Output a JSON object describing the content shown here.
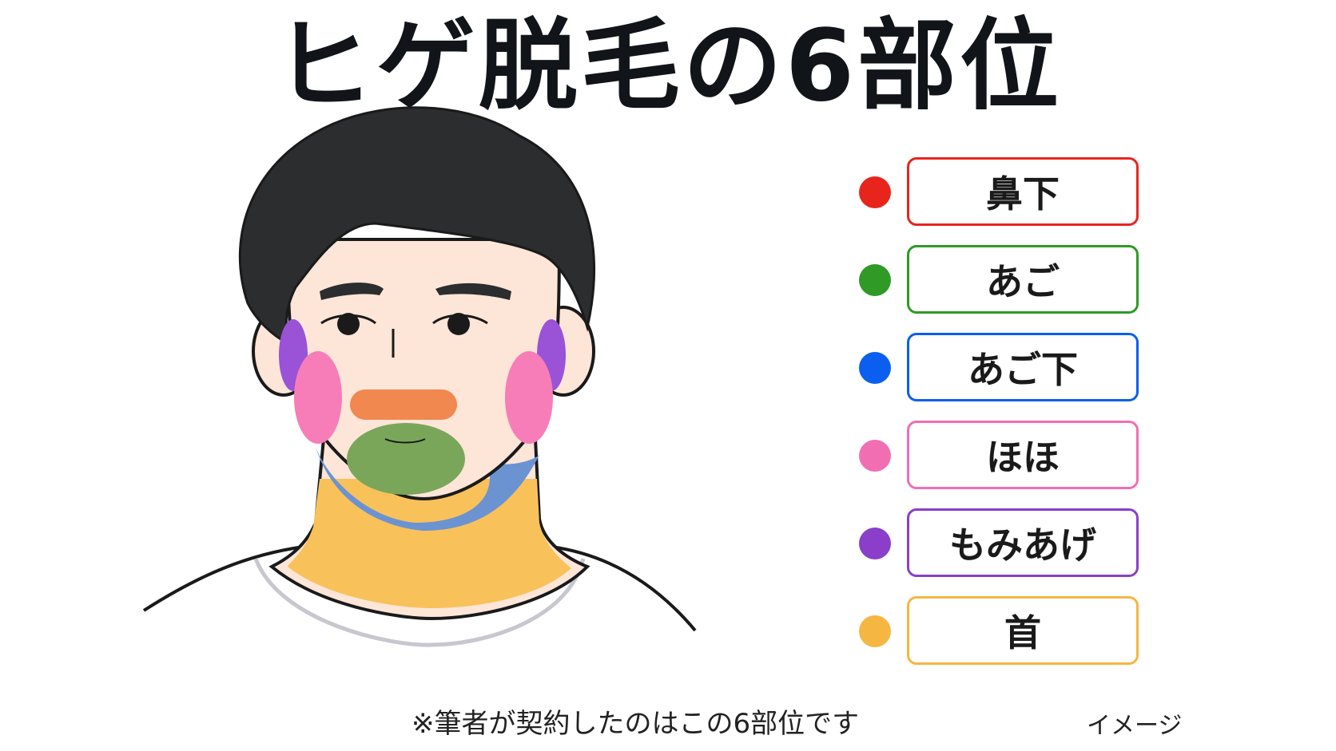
{
  "title": "ヒゲ脱毛の6部位",
  "legend": [
    {
      "label": "鼻下",
      "color": "#e8251c"
    },
    {
      "label": "あご",
      "color": "#2f9a26"
    },
    {
      "label": "あご下",
      "color": "#0a5ff0"
    },
    {
      "label": "ほほ",
      "color": "#f26eb3"
    },
    {
      "label": "もみあげ",
      "color": "#8a3ec9"
    },
    {
      "label": "首",
      "color": "#f6b642"
    }
  ],
  "zones": {
    "nose_under_color": "#f08850",
    "chin_color": "#7aa65a",
    "under_chin_color": "#6b93d2",
    "cheek_color": "#f77db8",
    "sideburn_color": "#9a52d6",
    "neck_color": "#f8c15a"
  },
  "footnote": "※筆者が契約したのはこの6部位です",
  "caption": "イメージ"
}
